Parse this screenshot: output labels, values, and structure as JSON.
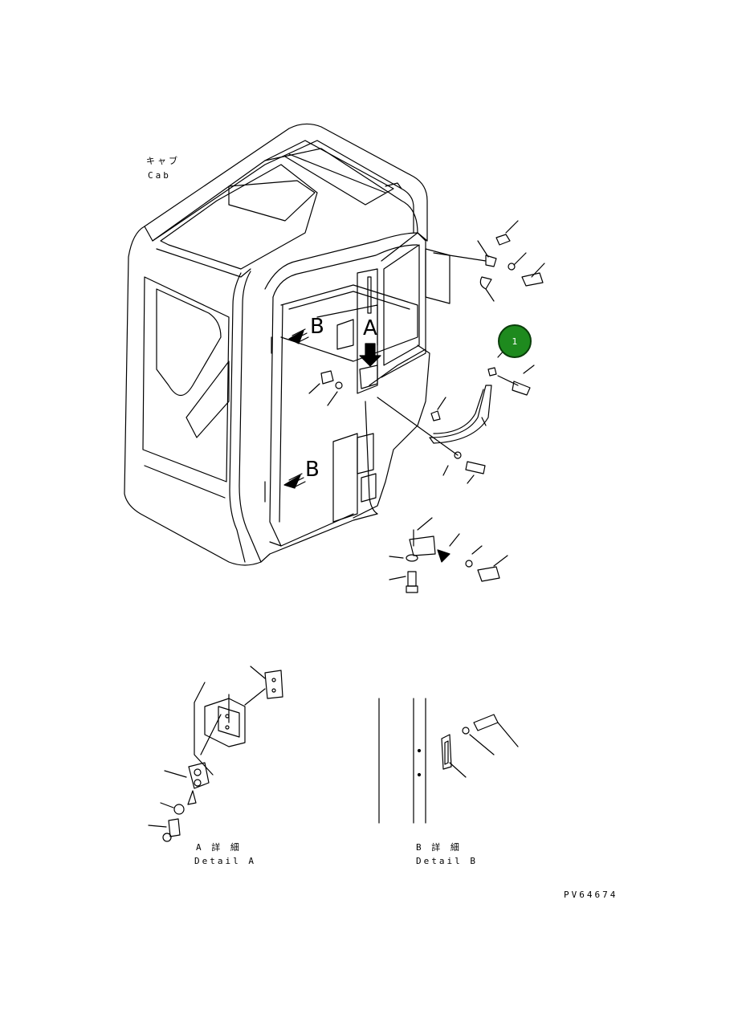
{
  "cab_label_jp": "キャブ",
  "cab_label_en": "Cab",
  "view_marker_a": "A",
  "view_marker_b": "B",
  "callout_number": "1",
  "detail_a_jp": "A 詳 細",
  "detail_a_en": "Detail A",
  "detail_b_jp": "B 詳 細",
  "detail_b_en": "Detail B",
  "drawing_id": "PV64674",
  "callout_color": "#1e8a1e"
}
